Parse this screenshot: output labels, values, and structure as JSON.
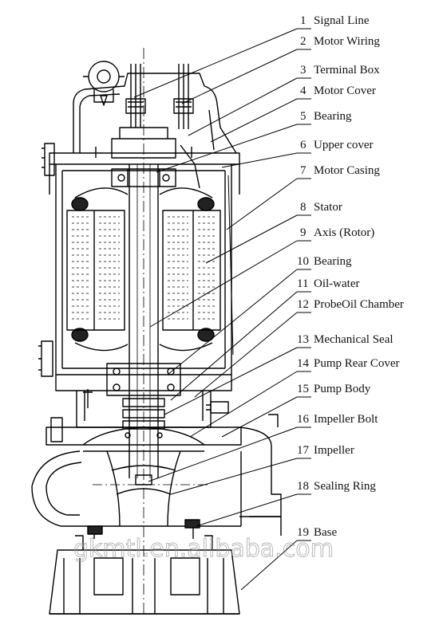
{
  "diagram": {
    "labels": [
      {
        "num": "1",
        "text": "Signal Line"
      },
      {
        "num": "2",
        "text": "Motor Wiring"
      },
      {
        "num": "3",
        "text": "Terminal Box"
      },
      {
        "num": "4",
        "text": "Motor Cover"
      },
      {
        "num": "5",
        "text": "Bearing"
      },
      {
        "num": "6",
        "text": "Upper cover"
      },
      {
        "num": "7",
        "text": "Motor Casing"
      },
      {
        "num": "8",
        "text": "Stator"
      },
      {
        "num": "9",
        "text": "Axis (Rotor)"
      },
      {
        "num": "10",
        "text": "Bearing"
      },
      {
        "num": "11",
        "text": "Oil-water"
      },
      {
        "num": "12",
        "text": "ProbeOil Chamber"
      },
      {
        "num": "13",
        "text": "Mechanical Seal"
      },
      {
        "num": "14",
        "text": "Pump Rear Cover"
      },
      {
        "num": "15",
        "text": "Pump Body"
      },
      {
        "num": "16",
        "text": "Impeller Bolt"
      },
      {
        "num": "17",
        "text": "Impeller"
      },
      {
        "num": "18",
        "text": "Sealing Ring"
      },
      {
        "num": "19",
        "text": "Base"
      }
    ],
    "watermark": "gkmtl.en.alibaba.com"
  }
}
